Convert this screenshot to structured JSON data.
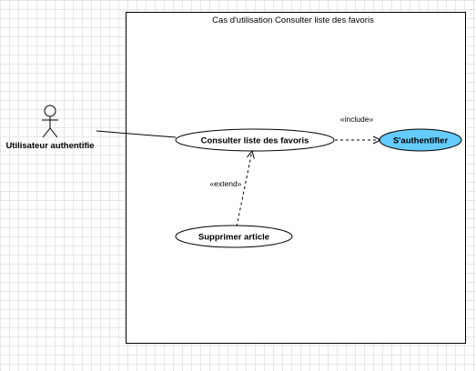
{
  "system": {
    "title": "Cas d'utilisation Consulter liste des favoris"
  },
  "actor": {
    "name": "Utilisateur authentifie"
  },
  "use_cases": {
    "consulter": "Consulter liste des favoris",
    "authentifier": "S'authentifier",
    "supprimer": "Supprimer article"
  },
  "relations": {
    "include": "«include»",
    "extend": "«extend»"
  },
  "colors": {
    "highlight_fill": "#66ccff",
    "stroke": "#000000"
  }
}
